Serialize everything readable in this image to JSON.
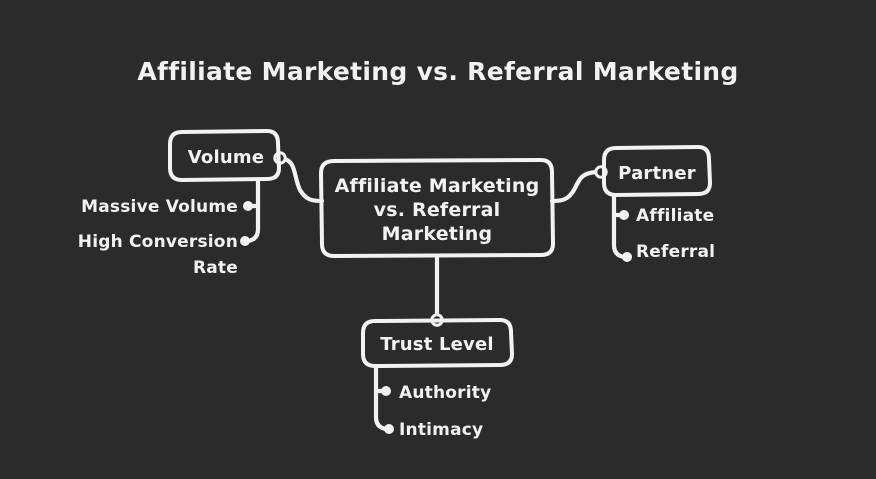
{
  "page": {
    "title": "Affiliate Marketing vs. Referral Marketing",
    "background_color": "#2b2b2b",
    "ink_color": "#f2f2f2"
  },
  "mindmap": {
    "center": {
      "label": "Affiliate Marketing vs. Referral Marketing",
      "line1": "Affiliate Marketing",
      "line2": "vs. Referral",
      "line3": "Marketing"
    },
    "branches": [
      {
        "id": "volume",
        "label": "Volume",
        "side": "left",
        "children": [
          {
            "label": "Massive Volume",
            "line1": "Massive Volume",
            "line2": ""
          },
          {
            "label": "High Conversion Rate",
            "line1": "High Conversion",
            "line2": "Rate"
          }
        ]
      },
      {
        "id": "partner",
        "label": "Partner",
        "side": "right",
        "children": [
          {
            "label": "Affiliate",
            "line1": "Affiliate",
            "line2": ""
          },
          {
            "label": "Referral",
            "line1": "Referral",
            "line2": ""
          }
        ]
      },
      {
        "id": "trust-level",
        "label": "Trust Level",
        "side": "bottom",
        "children": [
          {
            "label": "Authority",
            "line1": "Authority",
            "line2": ""
          },
          {
            "label": "Intimacy",
            "line1": "Intimacy",
            "line2": ""
          }
        ]
      }
    ]
  }
}
